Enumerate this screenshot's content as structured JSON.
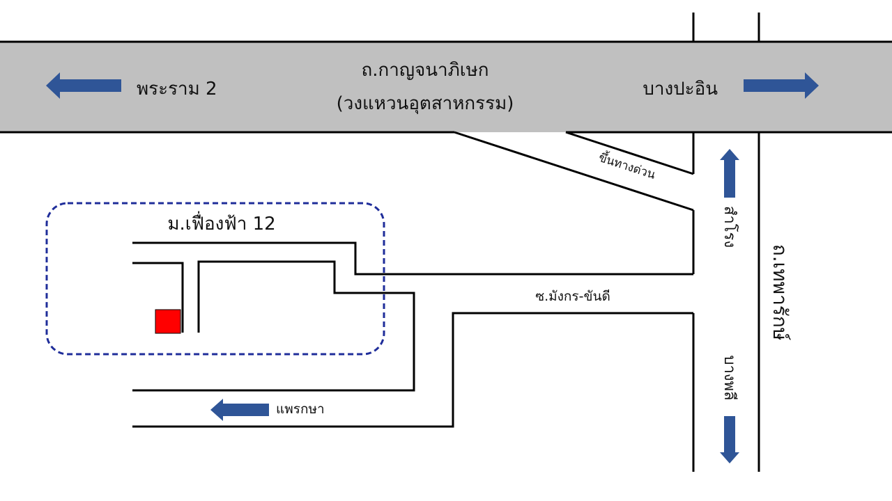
{
  "highway": {
    "name_line1": "ถ.กาญจนาภิเษก",
    "name_line2": "(วงแหวนอุตสาหกรรม)",
    "west_label": "พระราม 2",
    "east_label": "บางปะอิน",
    "ramp_label": "ขึ้นทางด่วน"
  },
  "village": {
    "label": "ม.เฟื่องฟ้า 12"
  },
  "soi": {
    "label": "ซ.มังกร-ขันดี"
  },
  "road_west": {
    "label": "แพรกษา"
  },
  "side_road": {
    "north_label": "สำโรง",
    "south_label": "บางพลี"
  },
  "main_road": {
    "label": "ถ.เทพารักษ์"
  },
  "colors": {
    "highway_band": "#c0c0c0",
    "arrow": "#2f5597",
    "village_border": "#1f2d9a",
    "marker": "#ff0000",
    "road_line": "#000000"
  }
}
